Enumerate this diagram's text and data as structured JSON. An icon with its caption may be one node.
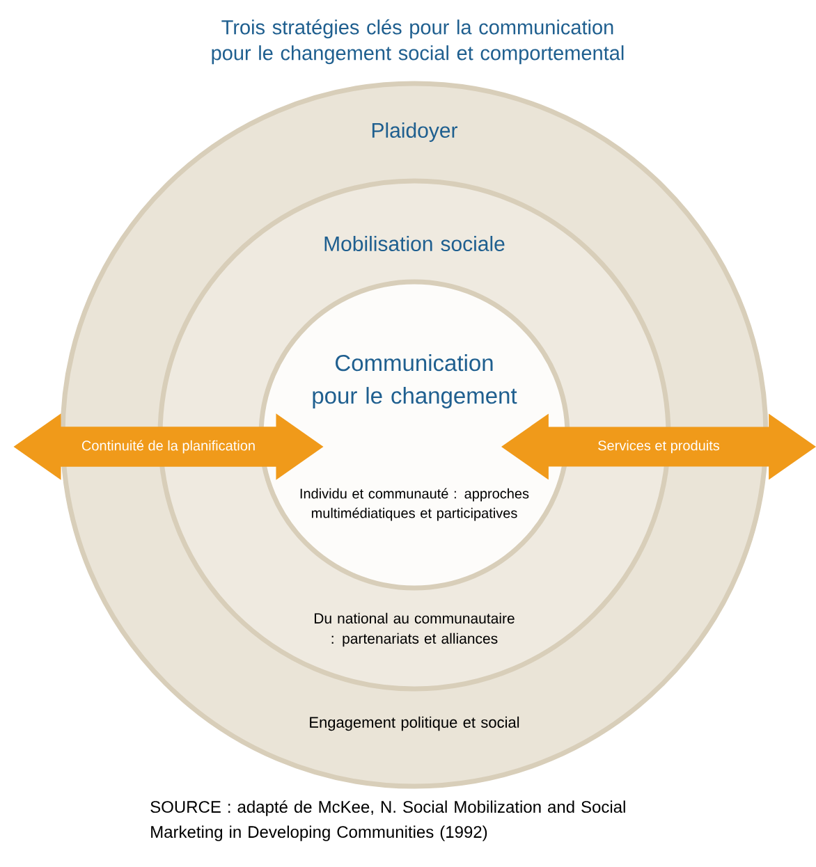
{
  "diagram": {
    "title": "Trois stratégies clés pour la communication pour le changement social et comportemental",
    "caption": "SOURCE : adapté de McKee, N. Social Mobilization and Social Marketing in Developing Communities (1992)",
    "nodes": [
      {
        "text": [
          "Plaidoyer",
          "Engagement politique et social"
        ]
      },
      {
        "text": [
          "Mobilisation sociale",
          "Du national au communautaire : partenariats et alliances"
        ],
        "in": 0
      },
      {
        "text": [
          "Communication pour le changement",
          "Individu et communauté : approches multimédiatiques et participatives"
        ],
        "in": 1
      },
      {
        "text": [
          "Continuité de la planification"
        ]
      },
      {
        "text": [
          "Services et produits"
        ]
      }
    ]
  }
}
